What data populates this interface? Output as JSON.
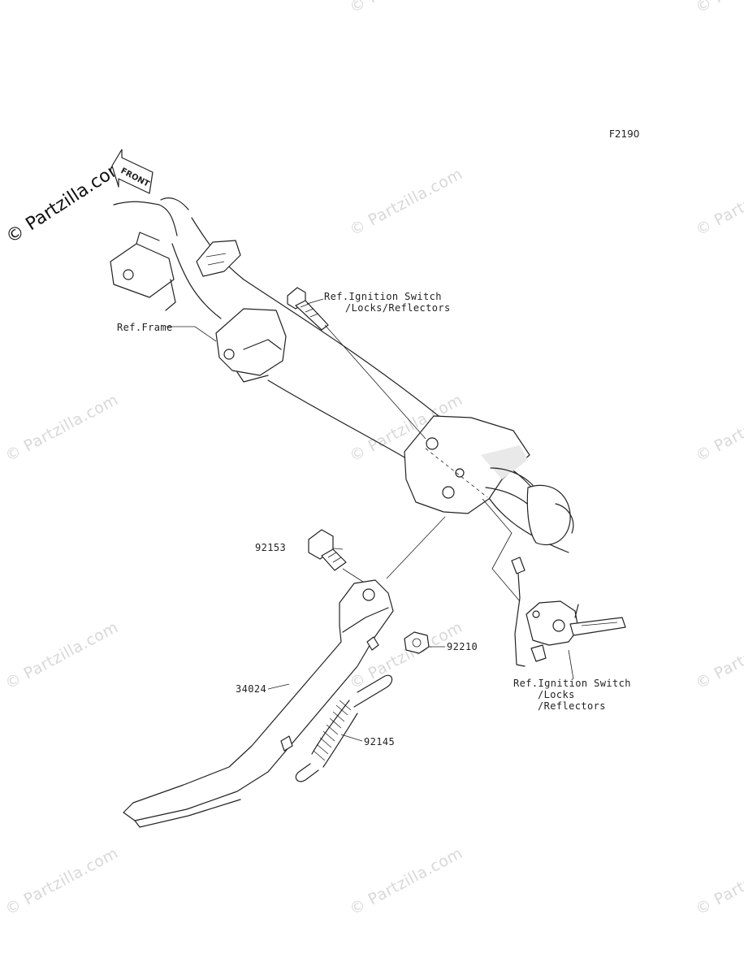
{
  "figure_code": "F2190",
  "watermark_main": "© Partzilla.com",
  "watermark_repeat": "© Partzilla.com",
  "front_badge": "FRONT",
  "labels": {
    "ref_frame": "Ref.Frame",
    "ref_ignition_top_line1": "Ref.Ignition Switch",
    "ref_ignition_top_line2": "/Locks/Reflectors",
    "ref_ignition_bottom_line1": "Ref.Ignition Switch",
    "ref_ignition_bottom_line2": "/Locks",
    "ref_ignition_bottom_line3": "/Reflectors",
    "part_92153": "92153",
    "part_92210": "92210",
    "part_34024": "34024",
    "part_92145": "92145"
  }
}
